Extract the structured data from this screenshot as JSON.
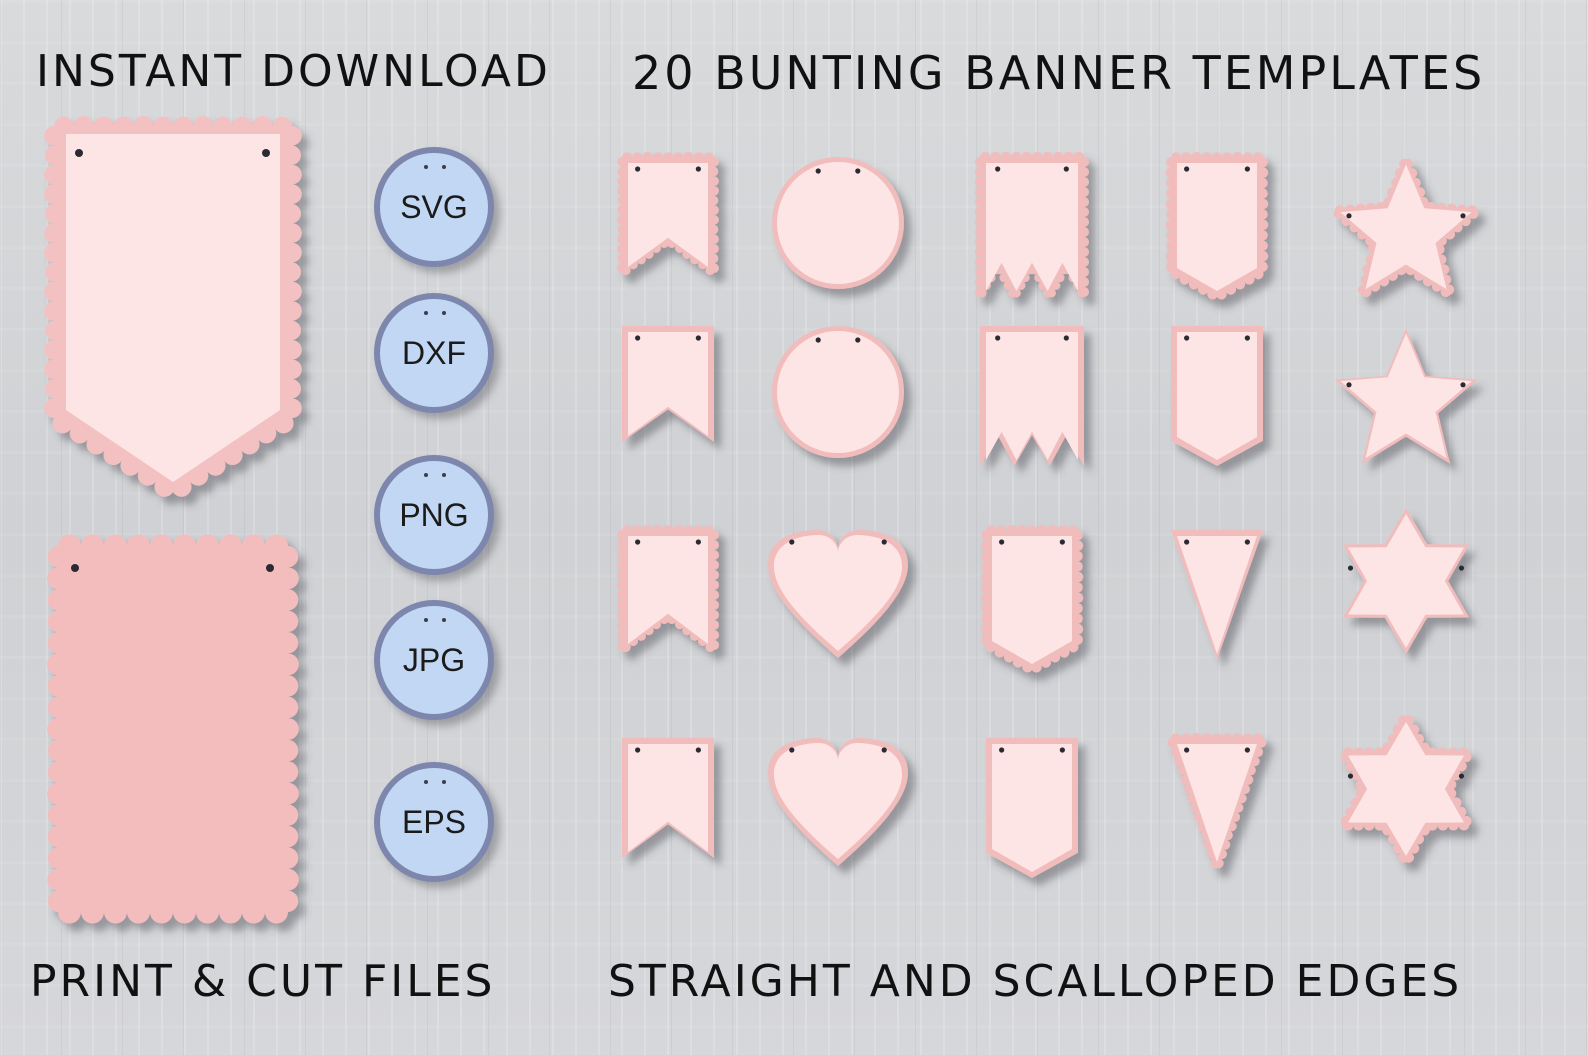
{
  "headings": {
    "instant_download": "INSTANT DOWNLOAD",
    "bunting_templates": "20 BUNTING BANNER TEMPLATES",
    "print_cut": "PRINT & CUT FILES",
    "edges": "STRAIGHT AND SCALLOPED EDGES"
  },
  "file_formats": [
    "SVG",
    "DXF",
    "PNG",
    "JPG",
    "EPS"
  ],
  "colors": {
    "banner_fill": "#fde5e5",
    "banner_border": "#f1bcbc",
    "solid_banner": "#f3bdbd",
    "badge_fill": "#c1d7f3",
    "badge_ring": "#7d87ae"
  }
}
